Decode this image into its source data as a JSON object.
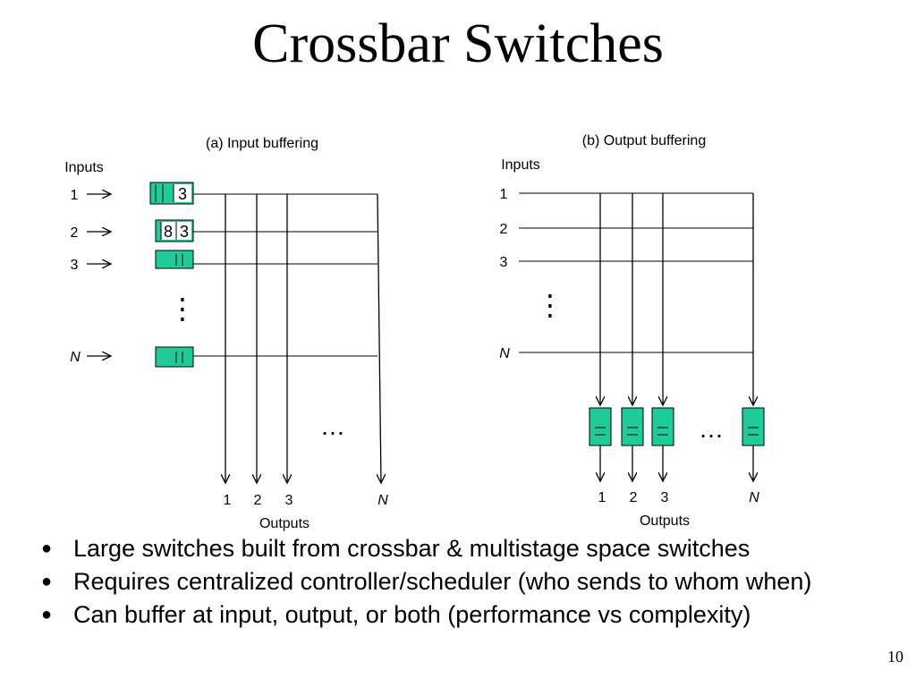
{
  "slide": {
    "title": "Crossbar Switches",
    "page_number": "10"
  },
  "diagram_a": {
    "caption": "(a) Input buffering",
    "inputs_label": "Inputs",
    "outputs_label": "Outputs",
    "input_labels": [
      "1",
      "2",
      "3",
      "N"
    ],
    "output_labels": [
      "1",
      "2",
      "3",
      "N"
    ],
    "buffer_1_cell": "3",
    "buffer_2_cells": [
      "8",
      "3"
    ],
    "vertical_ellipsis": "⋮",
    "horizontal_ellipsis": "…"
  },
  "diagram_b": {
    "caption": "(b) Output buffering",
    "inputs_label": "Inputs",
    "outputs_label": "Outputs",
    "input_labels": [
      "1",
      "2",
      "3",
      "N"
    ],
    "output_labels": [
      "1",
      "2",
      "3",
      "N"
    ],
    "vertical_ellipsis": "⋮",
    "horizontal_ellipsis": "…"
  },
  "colors": {
    "buffer_fill": "#1fcc99",
    "line": "#000000"
  },
  "bullets": [
    "Large switches built from crossbar & multistage space switches",
    "Requires centralized controller/scheduler (who sends to whom when)",
    "Can buffer at input, output, or both (performance vs complexity)"
  ]
}
